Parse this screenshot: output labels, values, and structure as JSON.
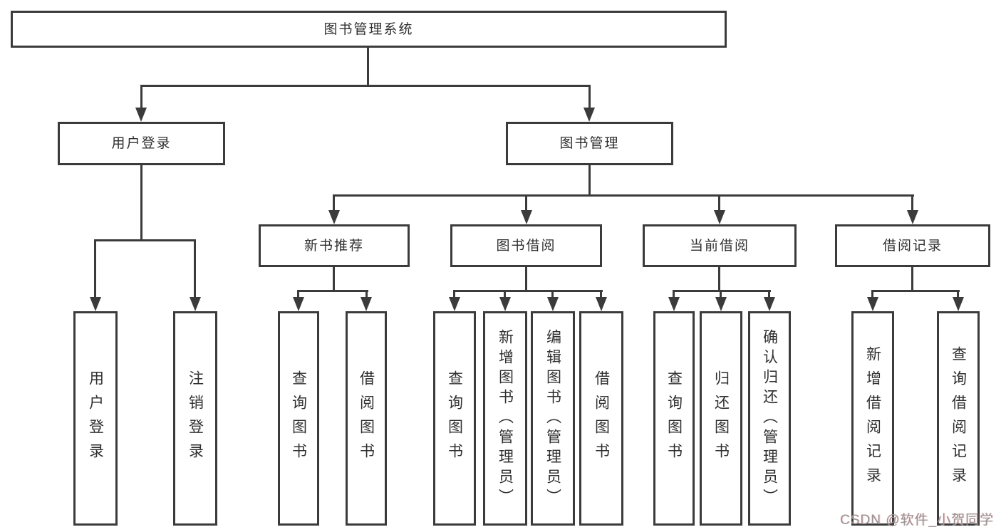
{
  "diagram": {
    "root": "图书管理系统",
    "level2": {
      "user_login": "用户登录",
      "book_mgmt": "图书管理"
    },
    "level3": {
      "new_book_rec": "新书推荐",
      "book_borrow": "图书借阅",
      "current_borrow": "当前借阅",
      "borrow_records": "借阅记录"
    },
    "level4": {
      "user_login": "用户登录",
      "logout": "注销登录",
      "nbr_query": "查询图书",
      "nbr_borrow": "借阅图书",
      "bb_query": "查询图书",
      "bb_add": "新增图书（管理员）",
      "bb_edit": "编辑图书（管理员）",
      "bb_borrow": "借阅图书",
      "cb_query": "查询图书",
      "cb_return": "归还图书",
      "cb_confirm": "确认归还（管理员）",
      "br_add": "新增借阅记录",
      "br_query": "查询借阅记录"
    }
  },
  "watermark": "CSDN @软件_小贺同学",
  "colors": {
    "line": "#3b3b3b",
    "text": "#2f2f2f",
    "background": "#ffffff",
    "watermark": "#9b9295"
  }
}
